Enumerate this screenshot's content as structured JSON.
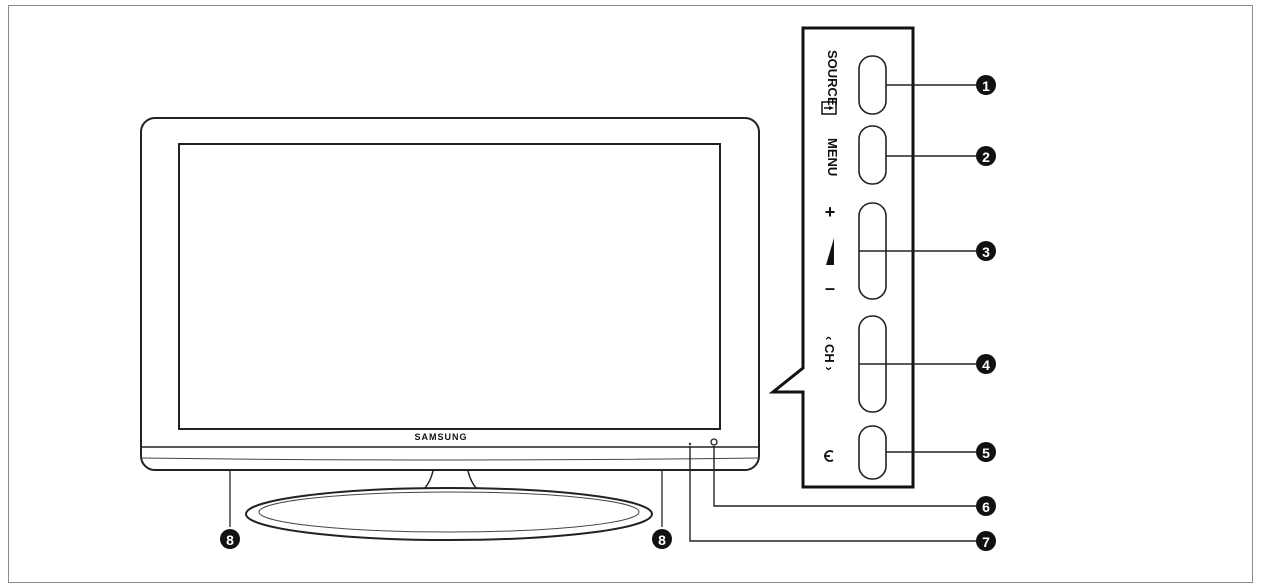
{
  "brand": "SAMSUNG",
  "panel": {
    "source_label": "SOURCE",
    "menu_label": "MENU",
    "vol_plus": "+",
    "vol_minus": "–",
    "ch_label": "‹ CH ›",
    "power_icon": "power-icon"
  },
  "callouts": [
    {
      "number": "1",
      "target": "source-button"
    },
    {
      "number": "2",
      "target": "menu-button"
    },
    {
      "number": "3",
      "target": "volume-button"
    },
    {
      "number": "4",
      "target": "channel-button"
    },
    {
      "number": "5",
      "target": "power-button"
    },
    {
      "number": "6",
      "target": "remote-sensor"
    },
    {
      "number": "7",
      "target": "power-indicator"
    },
    {
      "number": "8",
      "target": "speaker"
    }
  ]
}
